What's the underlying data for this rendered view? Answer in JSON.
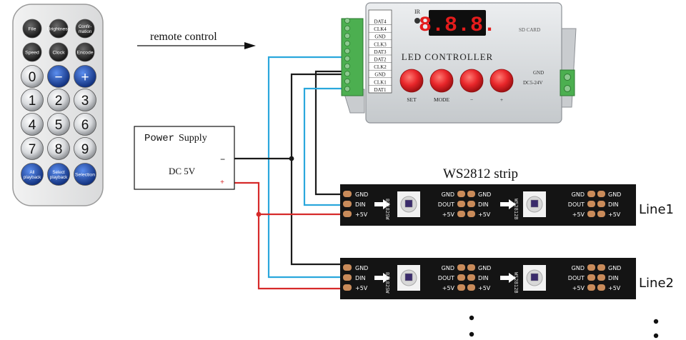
{
  "remote": {
    "buttons": [
      {
        "label": "File",
        "style": "dark",
        "icon": "file-icon"
      },
      {
        "label": "Brightness",
        "style": "dark",
        "icon": "brightness-icon"
      },
      {
        "label": "Confir-\nmation",
        "style": "dark",
        "icon": "confirm-icon"
      },
      {
        "label": "Speed",
        "style": "dark",
        "icon": "speed-icon"
      },
      {
        "label": "Clock",
        "style": "dark",
        "icon": "clock-icon"
      },
      {
        "label": "Encode",
        "style": "dark",
        "icon": "encode-icon"
      },
      {
        "label": "0",
        "style": "gray",
        "icon": "digit-0"
      },
      {
        "label": "−",
        "style": "blue",
        "icon": "minus-icon"
      },
      {
        "label": "+",
        "style": "blue",
        "icon": "plus-icon"
      },
      {
        "label": "1",
        "style": "gray",
        "icon": "digit-1"
      },
      {
        "label": "2",
        "style": "gray",
        "icon": "digit-2"
      },
      {
        "label": "3",
        "style": "gray",
        "icon": "digit-3"
      },
      {
        "label": "4",
        "style": "gray",
        "icon": "digit-4"
      },
      {
        "label": "5",
        "style": "gray",
        "icon": "digit-5"
      },
      {
        "label": "6",
        "style": "gray",
        "icon": "digit-6"
      },
      {
        "label": "7",
        "style": "gray",
        "icon": "digit-7"
      },
      {
        "label": "8",
        "style": "gray",
        "icon": "digit-8"
      },
      {
        "label": "9",
        "style": "gray",
        "icon": "digit-9"
      },
      {
        "label": "All\nplayback",
        "style": "blue",
        "icon": "all-playback-icon"
      },
      {
        "label": "Select\nplayback",
        "style": "blue",
        "icon": "select-playback-icon"
      },
      {
        "label": "Selection",
        "style": "blue",
        "icon": "selection-icon"
      }
    ]
  },
  "remote_control_label": "remote control",
  "controller": {
    "display": "8.8.8.",
    "ir_label": "IR",
    "sd_label": "SD CARD",
    "title": "LED CONTROLLER",
    "left_terminals": [
      "DAT4",
      "CLK4",
      "GND",
      "CLK3",
      "DAT3",
      "DAT2",
      "CLK2",
      "GND",
      "CLK1",
      "DAT1"
    ],
    "buttons": [
      "SET",
      "MODE",
      "−",
      "+"
    ],
    "power_gnd": "GND",
    "power_dc": "DC5-24V"
  },
  "power_supply": {
    "title_a": "Power",
    "title_b": "Supply",
    "minus": "−",
    "voltage": "DC 5V",
    "plus": "+"
  },
  "strip_label": "WS2812 strip",
  "strips": [
    {
      "line": "Line1",
      "pads_in": [
        "GND",
        "DIN",
        "+5V"
      ],
      "pads_mid": [
        "GND",
        "DOUT",
        "+5V"
      ],
      "pads_mid2": [
        "GND",
        "DIN",
        "+5V"
      ],
      "chip_mark": "WS2812B"
    },
    {
      "line": "Line2",
      "pads_in": [
        "GND",
        "DIN",
        "+5V"
      ],
      "pads_mid": [
        "GND",
        "DOUT",
        "+5V"
      ],
      "pads_mid2": [
        "GND",
        "DIN",
        "+5V"
      ],
      "chip_mark": "WS2812B"
    }
  ],
  "wire_colors": {
    "black": "#1a1a1a",
    "blue": "#2aa7dc",
    "red": "#d62a2a"
  },
  "colors": {
    "controller_body": "#d9dcdf",
    "button_red": "#e8262a",
    "terminal_green": "#4caf50",
    "remote_blue": "#1d4aa8",
    "strip": "#141414"
  }
}
